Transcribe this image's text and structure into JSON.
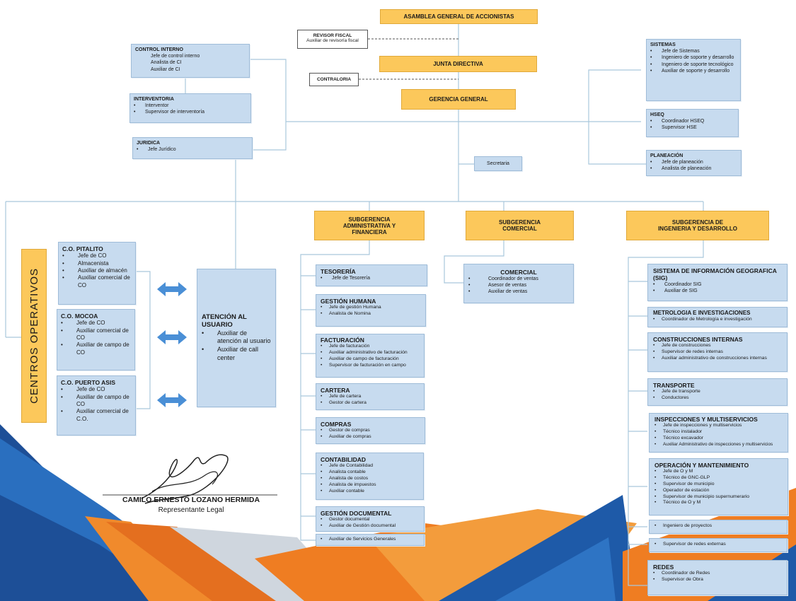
{
  "top": {
    "asamblea": "ASAMBLEA GENERAL DE ACCIONISTAS",
    "revisor_title": "REVISOR FISCAL",
    "revisor_sub": "Auxiliar de revisoría fiscal",
    "junta": "JUNTA DIRECTIVA",
    "contraloria": "CONTRALORIA",
    "gerencia": "GERENCIA GENERAL",
    "secretaria": "Secretaria"
  },
  "left": {
    "control_interno": {
      "title": "CONTROL INTERNO",
      "items": [
        "Jefe de control interno",
        "Analista de CI",
        "Auxiliar de CI"
      ]
    },
    "interventoria": {
      "title": "INTERVENTORIA",
      "items": [
        "Interventor",
        "Supervisor de interventoría"
      ]
    },
    "juridica": {
      "title": "JURIDICA",
      "items": [
        "Jefe Jurídico"
      ]
    }
  },
  "right": {
    "sistemas": {
      "title": "SISTEMAS",
      "items": [
        "Jefe de Sistemas",
        "Ingeniero de soporte y desarrollo",
        "Ingeniero de soporte tecnológico",
        "Auxiliar de soporte y desarrollo"
      ]
    },
    "hseq": {
      "title": "HSEQ",
      "items": [
        "Coordinador HSEQ",
        "Supervisor  HSE"
      ]
    },
    "planeacion": {
      "title": "PLANEACIÓN",
      "items": [
        "Jefe de planeación",
        "Analista de planeación"
      ]
    }
  },
  "subgerencias": {
    "admin": "SUBGERENCIA ADMINISTRATIVA Y FINANCIERA",
    "comercial": "SUBGERENCIA COMERCIAL",
    "ingenieria": "SUBGERENCIA DE INGENIERIA Y DESARROLLO"
  },
  "centros": {
    "label": "CENTROS OPERATIVOS",
    "pitalito": {
      "title": "C.O. PITALITO",
      "items": [
        "Jefe de CO",
        "Almacenista",
        "Auxiliar de almacén",
        "Auxiliar comercial de CO"
      ]
    },
    "mocoa": {
      "title": "C.O. MOCOA",
      "items": [
        "Jefe de CO",
        "Auxiliar comercial de CO",
        "Auxiliar de campo de CO"
      ]
    },
    "puerto_asis": {
      "title": "C.O. PUERTO ASIS",
      "items": [
        "Jefe de CO",
        "Auxiliar de campo de CO",
        "Auxiliar comercial de C.O."
      ]
    },
    "atencion": {
      "title": "ATENCIÓN AL USUARIO",
      "items": [
        "Auxiliar de atención al usuario",
        "Auxiliar de call center"
      ]
    }
  },
  "admin_boxes": {
    "tesoreria": {
      "title": "TESORERÍA",
      "items": [
        "Jefe de Tesorería"
      ]
    },
    "gestion_humana": {
      "title": "GESTIÓN HUMANA",
      "items": [
        "Jefe de gestión Humana",
        "Analista de Nomina"
      ]
    },
    "facturacion": {
      "title": "FACTURACIÓN",
      "items": [
        "Jefe de facturación",
        "Auxiliar administrativo de facturación",
        "Auxiliar de campo  de facturación",
        "Supervisor de facturación en campo"
      ]
    },
    "cartera": {
      "title": "CARTERA",
      "items": [
        "Jefe de cartera",
        "Gestor de cartera"
      ]
    },
    "compras": {
      "title": "COMPRAS",
      "items": [
        "Gestor de compras",
        "Auxiliar de compras"
      ]
    },
    "contabilidad": {
      "title": "CONTABILIDAD",
      "items": [
        "Jefe de Contabilidad",
        "Analista contable",
        "Analista de costos",
        "Analista de impuestos",
        "Auxiliar contable"
      ]
    },
    "gestion_documental": {
      "title": "GESTIÓN DOCUMENTAL",
      "items": [
        "Gestor documental",
        "Auxiliar de Gestión documental"
      ]
    },
    "servicios_generales": {
      "items": [
        "Auxiliar de Servicios Generales"
      ]
    }
  },
  "comercial_box": {
    "title": "COMERCIAL",
    "items": [
      "Coordinador de ventas",
      "Asesor de ventas",
      "Auxiliar de ventas"
    ]
  },
  "ing_boxes": {
    "sig": {
      "title": "SISTEMA DE INFORMACIÓN GEOGRAFICA (SIG)",
      "items": [
        "Coordinador SIG",
        "Auxiliar de SIG"
      ]
    },
    "metrologia": {
      "title": "METROLOGIA E INVESTIGACIONES",
      "items": [
        "Coordinador de Metrología e investigación"
      ]
    },
    "construcciones": {
      "title": "CONSTRUCCIONES INTERNAS",
      "items": [
        "Jefe de construcciones",
        "Supervisor de redes internas",
        "Auxiliar administrativo de construcciones internas"
      ]
    },
    "transporte": {
      "title": "TRANSPORTE",
      "items": [
        "Jefe de transporte",
        "Conductores"
      ]
    },
    "inspecciones": {
      "title": "INSPECCIONES Y MULTISERVICIOS",
      "items": [
        "Jefe de inspecciones y multiservicios",
        "Técnico instalador",
        "Técnico excavador",
        "Auxiliar Administrativo de inspecciones y multiservicios"
      ]
    },
    "operacion": {
      "title": "OPERACIÓN Y MANTENIMIENTO",
      "items": [
        "Jefe de O y M",
        "Técnico de GNC-GLP",
        "Supervisor de municipio",
        "Operador de estación",
        "Supervisor de municipio supernumerario",
        "Técnico de O y M"
      ]
    },
    "proyectos": {
      "items": [
        "Ingeniero de proyectos"
      ]
    },
    "redes_externas": {
      "items": [
        "Supervisor de redes externas"
      ]
    },
    "redes": {
      "title": "REDES",
      "items": [
        "Coordinador de Redes",
        "Supervisor de Obra"
      ]
    }
  },
  "signature": {
    "name": "CAMILO ERNESTO LOZANO HERMIDA",
    "role": "Representante Legal"
  },
  "colors": {
    "yellow_box": "#fcc85b",
    "blue_box": "#c7dbef",
    "connector": "#a9c7dc",
    "deco_blue": "#1f5ba7",
    "deco_orange": "#ef7d22"
  }
}
